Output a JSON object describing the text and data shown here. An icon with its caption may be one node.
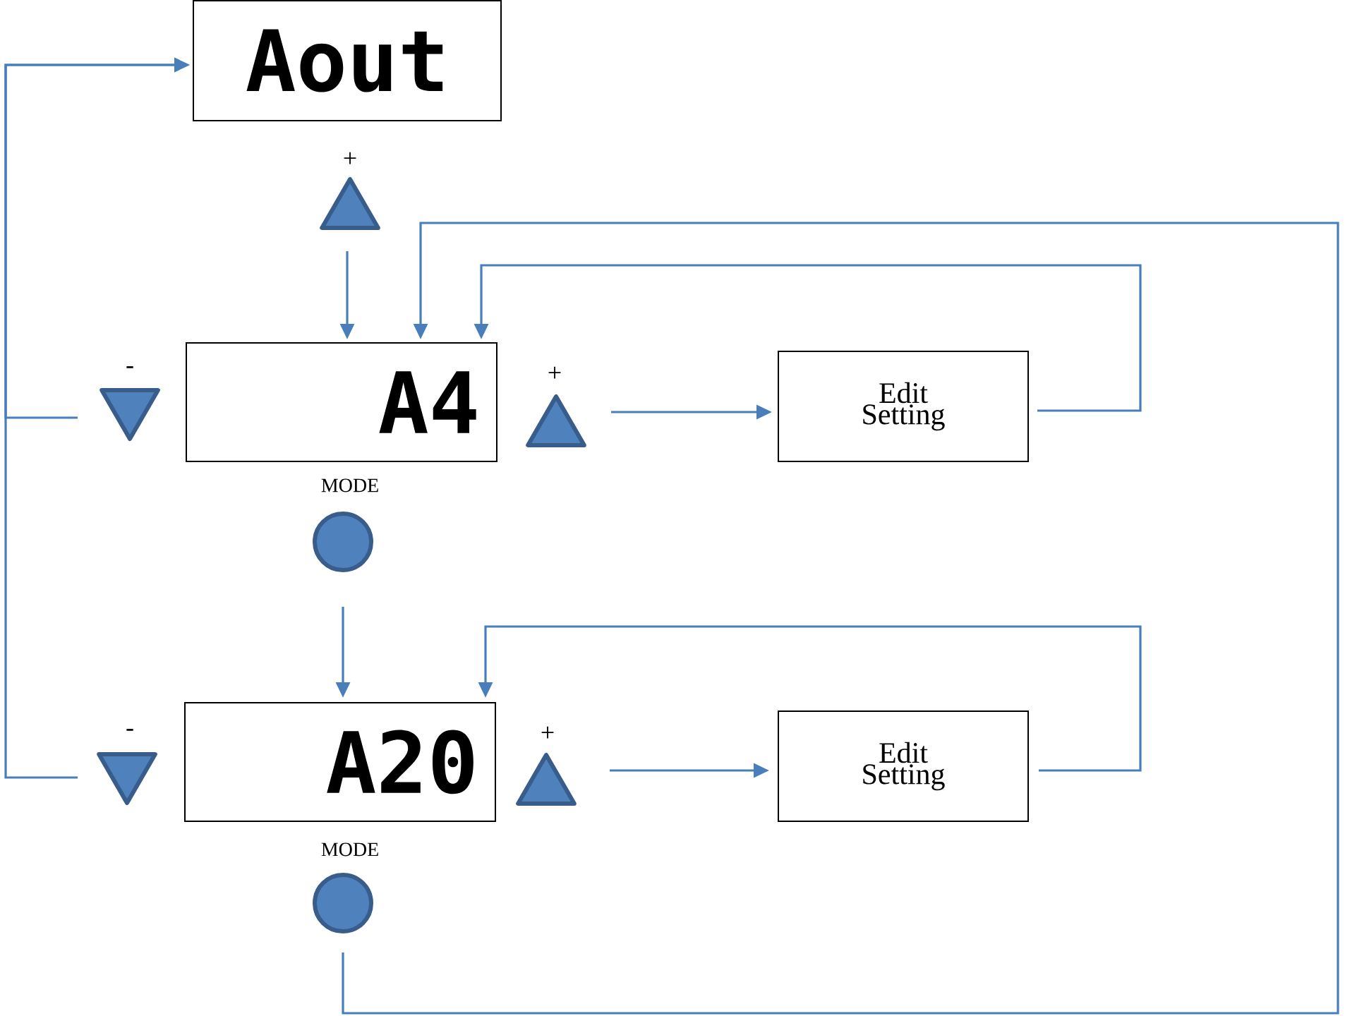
{
  "diagram": {
    "nodes": [
      {
        "text": [
          "Aout"
        ]
      },
      {
        "text": [],
        "shape": "triangle",
        "beside": [
          "+"
        ]
      },
      {
        "text": [],
        "shape": "triangle",
        "beside": [
          "-"
        ]
      },
      {
        "text": [
          "A4"
        ]
      },
      {
        "text": [],
        "shape": "triangle",
        "beside": [
          "+"
        ]
      },
      {
        "text": [
          "Edit Setting"
        ]
      },
      {
        "text": [],
        "shape": "circle",
        "beside": [
          "MODE"
        ]
      },
      {
        "text": [],
        "shape": "triangle",
        "beside": [
          "-"
        ]
      },
      {
        "text": [
          "A20"
        ]
      },
      {
        "text": [],
        "shape": "triangle",
        "beside": [
          "+"
        ]
      },
      {
        "text": [
          "Edit Setting"
        ]
      },
      {
        "text": [],
        "shape": "circle",
        "beside": [
          "MODE"
        ]
      }
    ],
    "edges": [
      {
        "from": 2,
        "to": 0,
        "arrow": "to"
      },
      {
        "from": 7,
        "to": 0,
        "arrow": "to"
      },
      {
        "from": 1,
        "to": 3,
        "arrow": "to"
      },
      {
        "from": 4,
        "to": 5,
        "arrow": "to"
      },
      {
        "from": 5,
        "to": 3,
        "arrow": "to"
      },
      {
        "from": 11,
        "to": 3,
        "arrow": "to"
      },
      {
        "from": 6,
        "to": 8,
        "arrow": "to"
      },
      {
        "from": 9,
        "to": 10,
        "arrow": "to"
      },
      {
        "from": 10,
        "to": 8,
        "arrow": "to"
      }
    ]
  }
}
